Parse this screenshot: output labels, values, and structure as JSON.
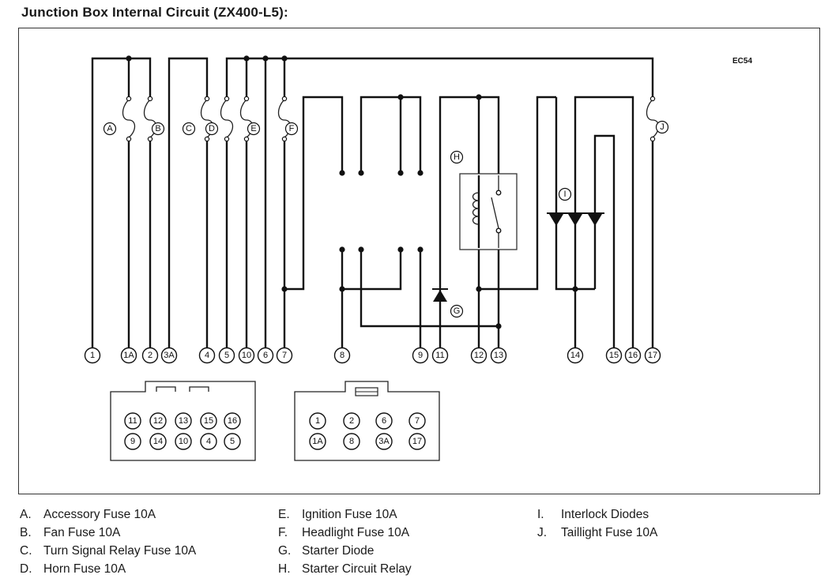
{
  "title": "Junction Box Internal Circuit (ZX400-L5):",
  "diagram_code": "EC54",
  "fuse_labels": [
    "A",
    "B",
    "C",
    "D",
    "E",
    "F",
    "J"
  ],
  "relay_label": "H",
  "diode_group_label": "I",
  "starter_diode_label": "G",
  "terminals": [
    "1",
    "1A",
    "2",
    "3A",
    "4",
    "5",
    "10",
    "6",
    "7",
    "8",
    "9",
    "11",
    "12",
    "13",
    "14",
    "15",
    "16",
    "17"
  ],
  "connector_left": {
    "row1": [
      "11",
      "12",
      "13",
      "15",
      "16"
    ],
    "row2": [
      "9",
      "14",
      "10",
      "4",
      "5"
    ]
  },
  "connector_right": {
    "row1": [
      "1",
      "2",
      "6",
      "7"
    ],
    "row2": [
      "1A",
      "8",
      "3A",
      "17"
    ]
  },
  "legend": {
    "col1": [
      {
        "key": "A.",
        "text": "Accessory Fuse 10A"
      },
      {
        "key": "B.",
        "text": "Fan Fuse 10A"
      },
      {
        "key": "C.",
        "text": "Turn Signal Relay Fuse 10A"
      },
      {
        "key": "D.",
        "text": "Horn Fuse 10A"
      }
    ],
    "col2": [
      {
        "key": "E.",
        "text": "Ignition Fuse 10A"
      },
      {
        "key": "F.",
        "text": "Headlight Fuse 10A"
      },
      {
        "key": "G.",
        "text": "Starter Diode"
      },
      {
        "key": "H.",
        "text": "Starter Circuit Relay"
      }
    ],
    "col3": [
      {
        "key": "I.",
        "text": "Interlock Diodes"
      },
      {
        "key": "J.",
        "text": "Taillight Fuse 10A"
      }
    ]
  }
}
